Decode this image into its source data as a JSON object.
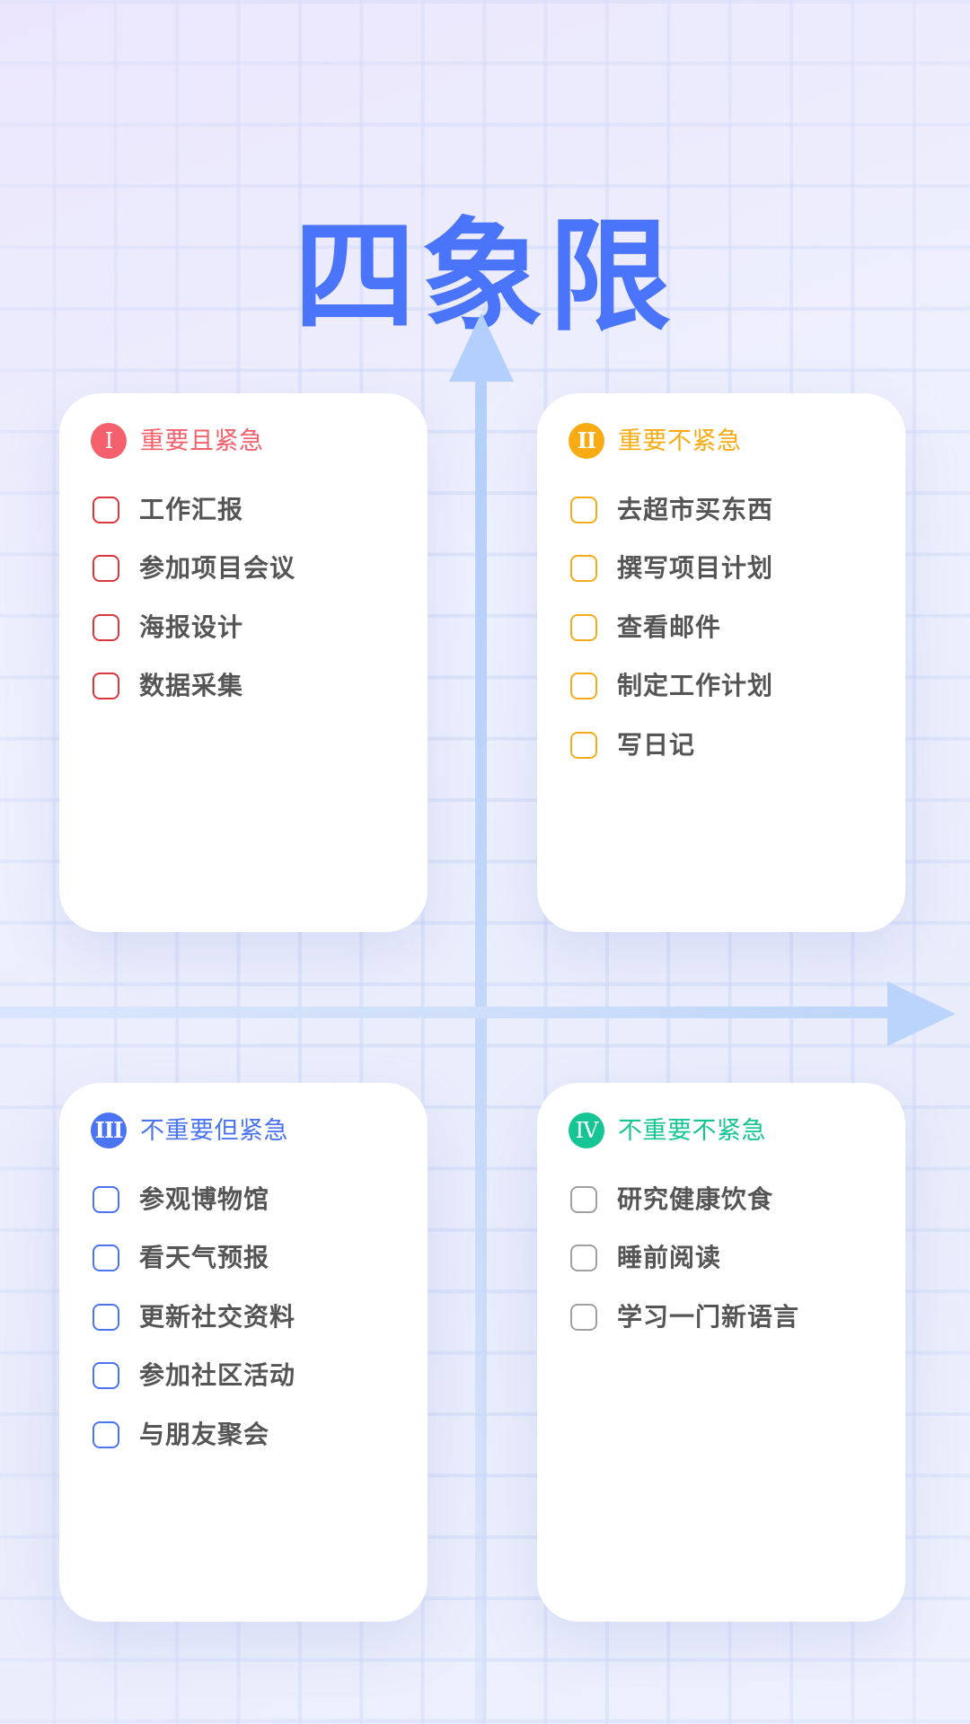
{
  "title": "四象限",
  "colors": {
    "title": "#4a74fa",
    "item_text": "#555555",
    "axis": "#b3cffb"
  },
  "quadrants": [
    {
      "numeral": "I",
      "heading": "重要且紧急",
      "accent": "#f4606b",
      "checkbox_color": "#d9363e",
      "items": [
        "工作汇报",
        "参加项目会议",
        "海报设计",
        "数据采集"
      ]
    },
    {
      "numeral": "II",
      "heading": "重要不紧急",
      "accent": "#f8ab12",
      "checkbox_color": "#f5ac1a",
      "items": [
        "去超市买东西",
        "撰写项目计划",
        "查看邮件",
        "制定工作计划",
        "写日记"
      ]
    },
    {
      "numeral": "III",
      "heading": "不重要但紧急",
      "accent": "#4a74f2",
      "checkbox_color": "#4a74f2",
      "items": [
        "参观博物馆",
        "看天气预报",
        "更新社交资料",
        "参加社区活动",
        "与朋友聚会"
      ]
    },
    {
      "numeral": "IV",
      "heading": "不重要不紧急",
      "accent": "#16c593",
      "checkbox_color": "#a0a0a0",
      "items": [
        "研究健康饮食",
        "睡前阅读",
        "学习一门新语言"
      ]
    }
  ]
}
